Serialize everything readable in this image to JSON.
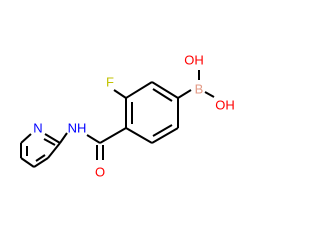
{
  "molecule": {
    "atoms": {
      "fluorine": {
        "label": "F",
        "color": "#c2c200"
      },
      "boron": {
        "label": "B",
        "color": "#e39a85"
      },
      "hydroxyl_top": {
        "label": "OH",
        "color": "#ff0000"
      },
      "hydroxyl_right": {
        "label": "OH",
        "color": "#ff0000"
      },
      "carbonyl_oxygen": {
        "label": "O",
        "color": "#ff0000"
      },
      "amide_nitrogen": {
        "label": "NH",
        "color": "#0000ff"
      },
      "pyridine_nitrogen": {
        "label": "N",
        "color": "#0000ff"
      }
    },
    "bond_color": "#000000"
  }
}
